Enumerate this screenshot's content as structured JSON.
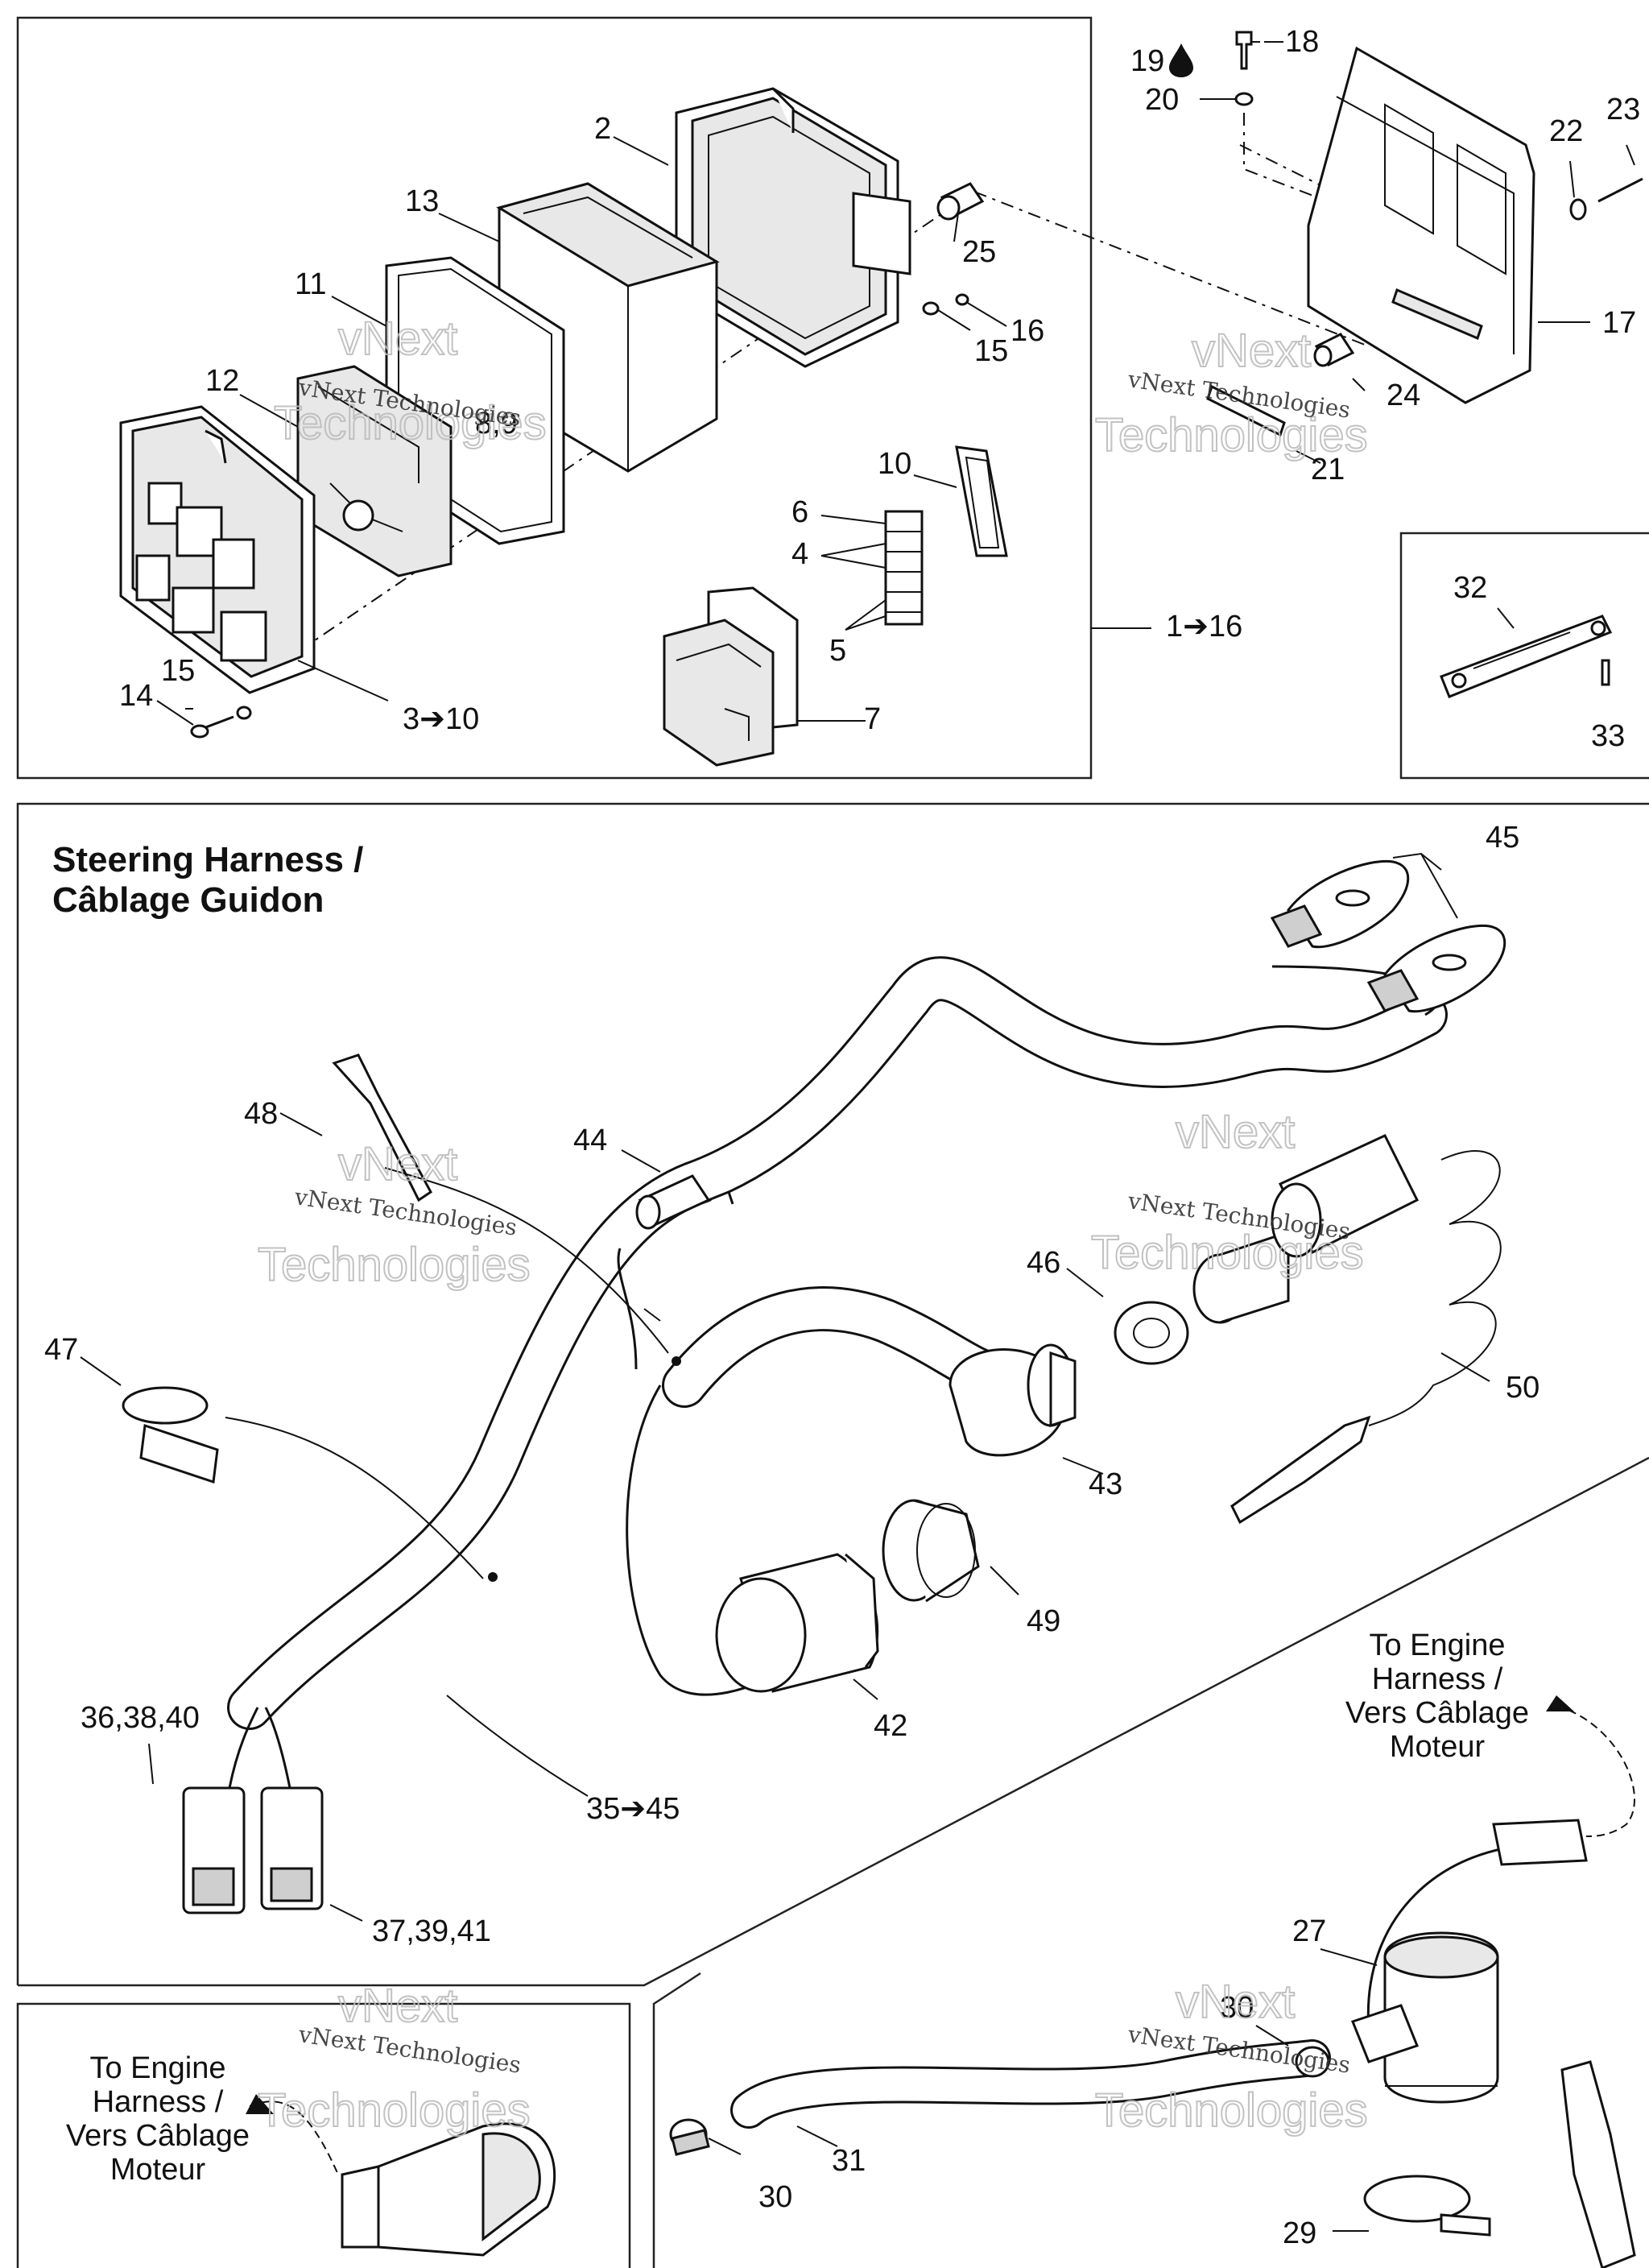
{
  "sections": {
    "steering_title_line1": "Steering Harness /",
    "steering_title_line2": "Câblage Guidon"
  },
  "notes": {
    "engine_harness_right": [
      "To Engine",
      "Harness /",
      "Vers Câblage",
      "Moteur"
    ],
    "engine_harness_left": [
      "To Engine",
      "Harness /",
      "Vers Câblage",
      "Moteur"
    ]
  },
  "watermark": {
    "text": "vNext Technologies",
    "overlay_top": "vNext",
    "overlay_bottom": "Technologies"
  },
  "callouts": {
    "c2": "2",
    "c13": "13",
    "c11": "11",
    "c12": "12",
    "c89": "8,9",
    "c25": "25",
    "c16": "16",
    "c15a": "15",
    "c10": "10",
    "c6": "6",
    "c4": "4",
    "c5": "5",
    "c7": "7",
    "c3to10": "3➔10",
    "c15b": "15",
    "c14": "14",
    "c1to16": "1➔16",
    "c19": "19",
    "c18": "18",
    "c20": "20",
    "c22": "22",
    "c23": "23",
    "c17": "17",
    "c24": "24",
    "c21": "21",
    "c32": "32",
    "c33": "33",
    "c45": "45",
    "c48": "48",
    "c44": "44",
    "c46": "46",
    "c47": "47",
    "c50": "50",
    "c43": "43",
    "c49": "49",
    "c42": "42",
    "c363840": "36,38,40",
    "c35to45": "35➔45",
    "c373941": "37,39,41",
    "c27": "27",
    "c30a": "30",
    "c31": "31",
    "c30b": "30",
    "c29": "29"
  },
  "icons": {
    "oil_drop": "oil-drop-icon"
  }
}
